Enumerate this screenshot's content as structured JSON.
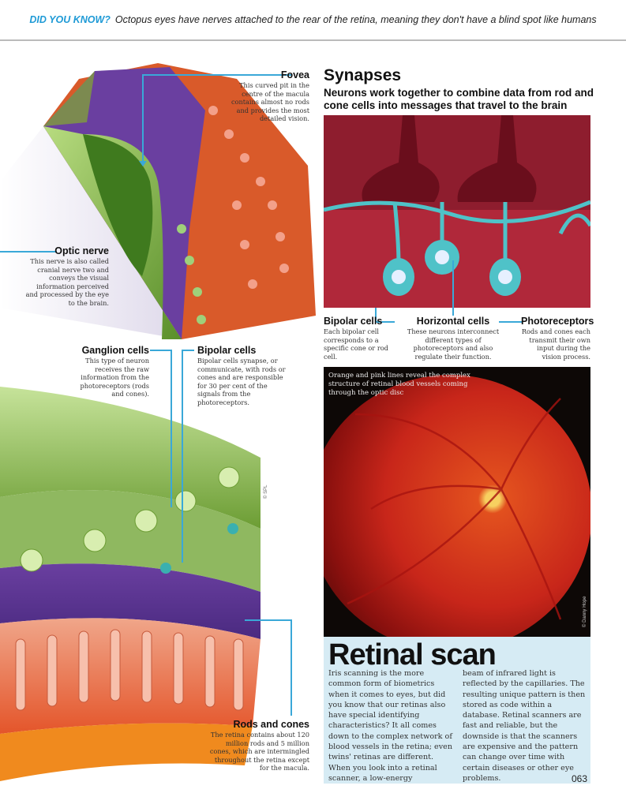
{
  "banner": {
    "label": "DID YOU KNOW?",
    "text": "Octopus eyes have nerves attached to the rear of the retina, meaning they don't have a blind spot like humans"
  },
  "diagram_labels": {
    "fovea": {
      "title": "Fovea",
      "text": "This curved pit in the centre of the macula contains almost no rods and provides the most detailed vision."
    },
    "optic_nerve": {
      "title": "Optic nerve",
      "text": "This nerve is also called cranial nerve two and conveys the visual information perceived and processed by the eye to the brain."
    },
    "ganglion": {
      "title": "Ganglion cells",
      "text": "This type of neuron receives the raw information from the photoreceptors (rods and cones)."
    },
    "bipolar": {
      "title": "Bipolar cells",
      "text": "Bipolar cells synapse, or communicate, with rods or cones and are responsible for 30 per cent of the signals from the photoreceptors."
    },
    "rods_cones": {
      "title": "Rods and cones",
      "text": "The retina contains about 120 million rods and 5 million cones, which are intermingled throughout the retina except for the macula."
    },
    "credit": "© SPL"
  },
  "synapses": {
    "title": "Synapses",
    "subtitle": "Neurons work together to combine data from rod and cone cells into messages that travel to the brain",
    "labels": [
      {
        "title": "Bipolar cells",
        "text": "Each bipolar cell corresponds to a specific cone or rod cell."
      },
      {
        "title": "Horizontal cells",
        "text": "These neurons interconnect different types of photoreceptors and also regulate their function."
      },
      {
        "title": "Photoreceptors",
        "text": "Rods and cones each transmit their own input during the vision process."
      }
    ]
  },
  "retina_photo": {
    "caption": "Orange and pink lines reveal the complex structure of retinal blood vessels coming through the optic disc",
    "credit": "© Danny Hope"
  },
  "retinal_scan": {
    "title": "Retinal scan",
    "col1": "Iris scanning is the more common form of biometrics when it comes to eyes, but did you know that our retinas also have special identifying characteristics? It all comes down to the complex network of blood vessels in the retina; even twins' retinas are different. When you look into a retinal scanner, a low-energy",
    "col2": "beam of infrared light is reflected by the capillaries. The resulting unique pattern is then stored as code within a database. Retinal scanners are fast and reliable, but the downside is that the scanners are expensive and the pattern can change over time with certain diseases or other eye problems."
  },
  "page_number": "063"
}
